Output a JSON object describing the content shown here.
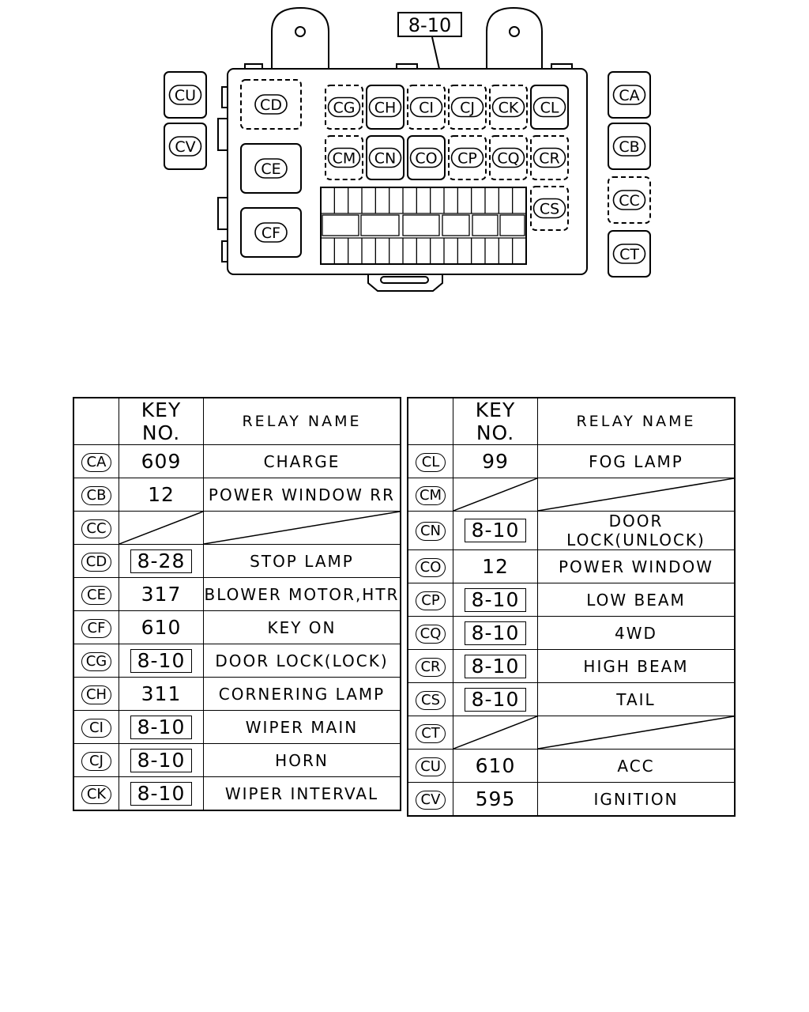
{
  "ref_label": "8-10",
  "connectors": [
    "CA",
    "CB",
    "CC",
    "CD",
    "CE",
    "CF",
    "CG",
    "CH",
    "CI",
    "CJ",
    "CK",
    "CL",
    "CM",
    "CN",
    "CO",
    "CP",
    "CQ",
    "CR",
    "CS",
    "CT",
    "CU",
    "CV"
  ],
  "headers": {
    "code": "",
    "key": "KEY NO.",
    "name": "RELAY NAME"
  },
  "left_rows": [
    {
      "code": "CA",
      "key": "609",
      "boxed": false,
      "name": "CHARGE"
    },
    {
      "code": "CB",
      "key": "12",
      "boxed": false,
      "name": "POWER WINDOW RR"
    },
    {
      "code": "CC",
      "key": "",
      "boxed": false,
      "name": "",
      "empty": true
    },
    {
      "code": "CD",
      "key": "8-28",
      "boxed": true,
      "name": "STOP LAMP"
    },
    {
      "code": "CE",
      "key": "317",
      "boxed": false,
      "name": "BLOWER MOTOR,HTR"
    },
    {
      "code": "CF",
      "key": "610",
      "boxed": false,
      "name": "KEY ON"
    },
    {
      "code": "CG",
      "key": "8-10",
      "boxed": true,
      "name": "DOOR LOCK(LOCK)"
    },
    {
      "code": "CH",
      "key": "311",
      "boxed": false,
      "name": "CORNERING LAMP"
    },
    {
      "code": "CI",
      "key": "8-10",
      "boxed": true,
      "name": "WIPER MAIN"
    },
    {
      "code": "CJ",
      "key": "8-10",
      "boxed": true,
      "name": "HORN"
    },
    {
      "code": "CK",
      "key": "8-10",
      "boxed": true,
      "name": "WIPER INTERVAL"
    }
  ],
  "right_rows": [
    {
      "code": "CL",
      "key": "99",
      "boxed": false,
      "name": "FOG LAMP"
    },
    {
      "code": "CM",
      "key": "",
      "boxed": false,
      "name": "",
      "empty": true
    },
    {
      "code": "CN",
      "key": "8-10",
      "boxed": true,
      "name": "DOOR LOCK(UNLOCK)"
    },
    {
      "code": "CO",
      "key": "12",
      "boxed": false,
      "name": "POWER WINDOW"
    },
    {
      "code": "CP",
      "key": "8-10",
      "boxed": true,
      "name": "LOW BEAM"
    },
    {
      "code": "CQ",
      "key": "8-10",
      "boxed": true,
      "name": "4WD"
    },
    {
      "code": "CR",
      "key": "8-10",
      "boxed": true,
      "name": "HIGH BEAM"
    },
    {
      "code": "CS",
      "key": "8-10",
      "boxed": true,
      "name": "TAIL"
    },
    {
      "code": "CT",
      "key": "",
      "boxed": false,
      "name": "",
      "empty": true
    },
    {
      "code": "CU",
      "key": "610",
      "boxed": false,
      "name": "ACC"
    },
    {
      "code": "CV",
      "key": "595",
      "boxed": false,
      "name": "IGNITION"
    }
  ]
}
